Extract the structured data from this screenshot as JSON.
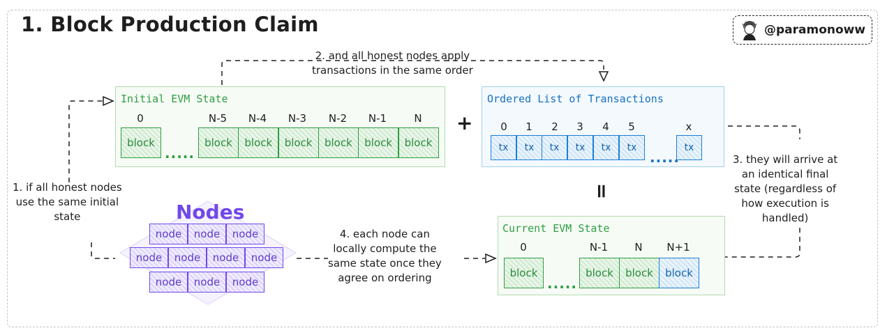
{
  "title": "1. Block Production Claim",
  "handle": "@paramonoww",
  "initial_state": {
    "title": "Initial EVM State",
    "labels": [
      "0",
      "N-5",
      "N-4",
      "N-3",
      "N-2",
      "N-1",
      "N"
    ],
    "cell_text": "block",
    "ellipsis": "....."
  },
  "plus": "+",
  "equals": "=",
  "tx_list": {
    "title": "Ordered List of Transactions",
    "labels": [
      "0",
      "1",
      "2",
      "3",
      "4",
      "5",
      "x"
    ],
    "cell_text": "tx",
    "ellipsis": "....."
  },
  "current_state": {
    "title": "Current EVM State",
    "labels": [
      "0",
      "N-1",
      "N",
      "N+1"
    ],
    "cell_text": "block",
    "ellipsis": "....."
  },
  "nodes": {
    "title": "Nodes",
    "cell_text": "node"
  },
  "notes": {
    "step1": "1. if all honest nodes\nuse the same initial\nstate",
    "step2": "2. and all honest nodes apply\ntransactions in the same order",
    "step3": "3. they will arrive at\nan identical final\nstate (regardless of\nhow execution is\nhandled)",
    "step4": "4. each node can\nlocally compute the\nsame state once they\nagree on ordering"
  },
  "colors": {
    "green": "#2f9e44",
    "blue": "#1971c2",
    "purple": "#7048e8"
  }
}
